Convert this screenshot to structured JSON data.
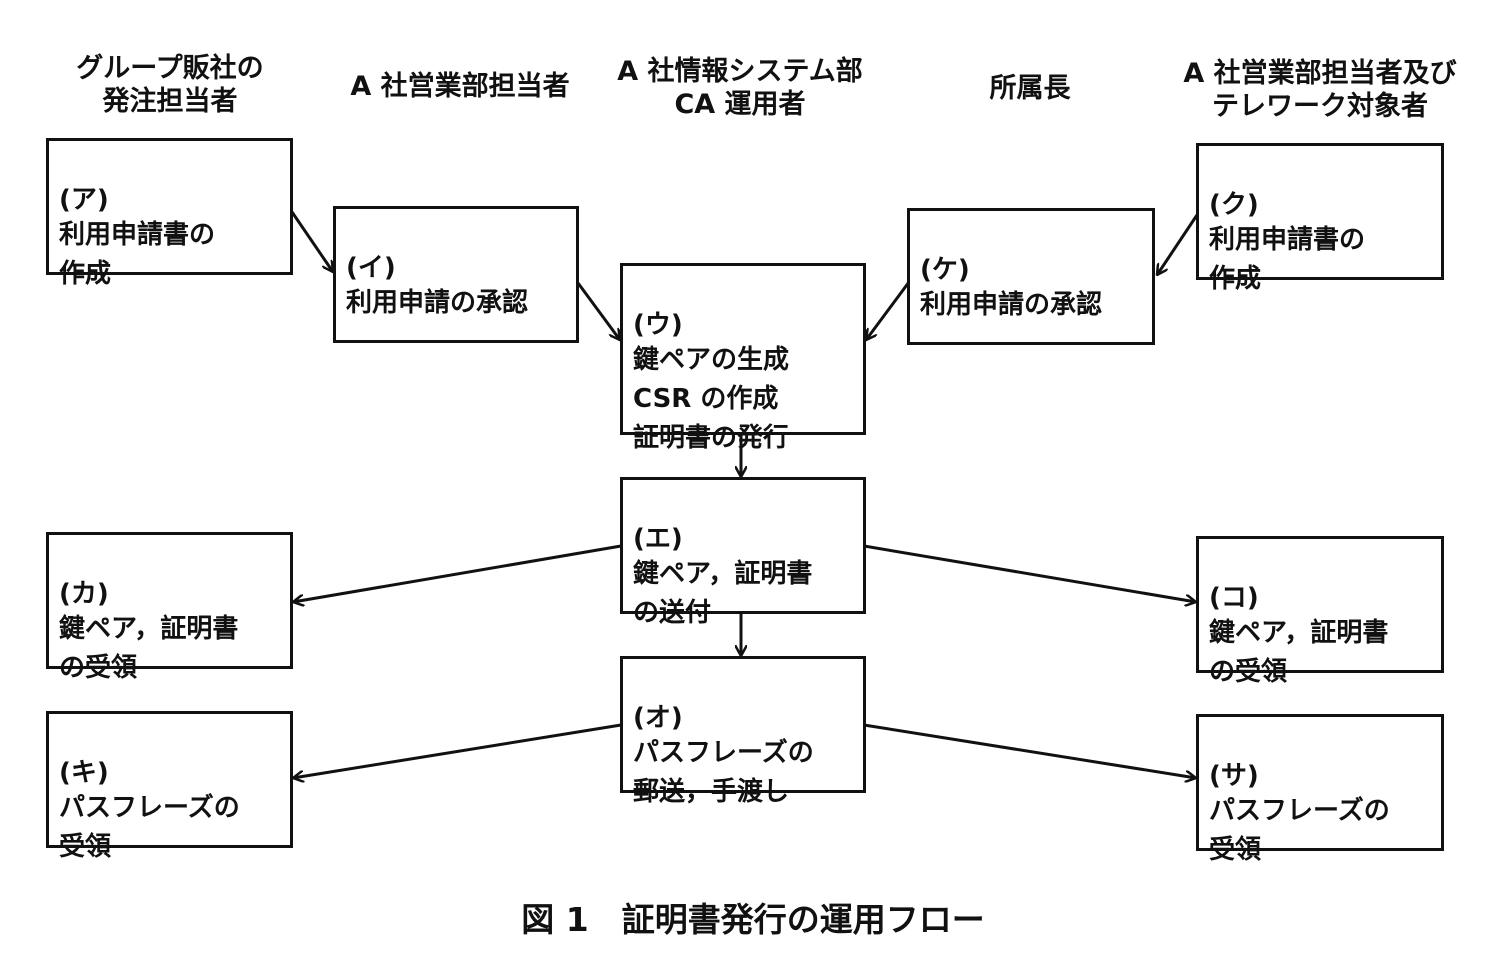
{
  "lanes": [
    {
      "id": "group-sales",
      "label": "グループ販社の\n発注担当者"
    },
    {
      "id": "a-sales",
      "label": "A 社営業部担当者"
    },
    {
      "id": "a-is-ca",
      "label": "A 社情報システム部\nCA 運用者"
    },
    {
      "id": "manager",
      "label": "所属長"
    },
    {
      "id": "a-sales-telework",
      "label": "A 社営業部担当者及び\nテレワーク対象者"
    }
  ],
  "boxes": {
    "a": {
      "label": "(ア)",
      "text": "利用申請書の\n作成"
    },
    "i": {
      "label": "(イ)",
      "text": "利用申請の承認"
    },
    "u": {
      "label": "(ウ)",
      "text": "鍵ペアの生成\nCSR の作成\n証明書の発行"
    },
    "e": {
      "label": "(エ)",
      "text": "鍵ペア，証明書\nの送付"
    },
    "o": {
      "label": "(オ)",
      "text": "パスフレーズの\n郵送，手渡し"
    },
    "ka": {
      "label": "(カ)",
      "text": "鍵ペア，証明書\nの受領"
    },
    "ki": {
      "label": "(キ)",
      "text": "パスフレーズの\n受領"
    },
    "ku": {
      "label": "(ク)",
      "text": "利用申請書の\n作成"
    },
    "ke": {
      "label": "(ケ)",
      "text": "利用申請の承認"
    },
    "ko": {
      "label": "(コ)",
      "text": "鍵ペア，証明書\nの受領"
    },
    "sa": {
      "label": "(サ)",
      "text": "パスフレーズの\n受領"
    }
  },
  "edges": [
    {
      "from": "a",
      "to": "i"
    },
    {
      "from": "i",
      "to": "u"
    },
    {
      "from": "ku",
      "to": "ke"
    },
    {
      "from": "ke",
      "to": "u"
    },
    {
      "from": "u",
      "to": "e"
    },
    {
      "from": "e",
      "to": "o"
    },
    {
      "from": "e",
      "to": "ka"
    },
    {
      "from": "e",
      "to": "ko"
    },
    {
      "from": "o",
      "to": "ki"
    },
    {
      "from": "o",
      "to": "sa"
    }
  ],
  "caption": "図 1　証明書発行の運用フロー"
}
